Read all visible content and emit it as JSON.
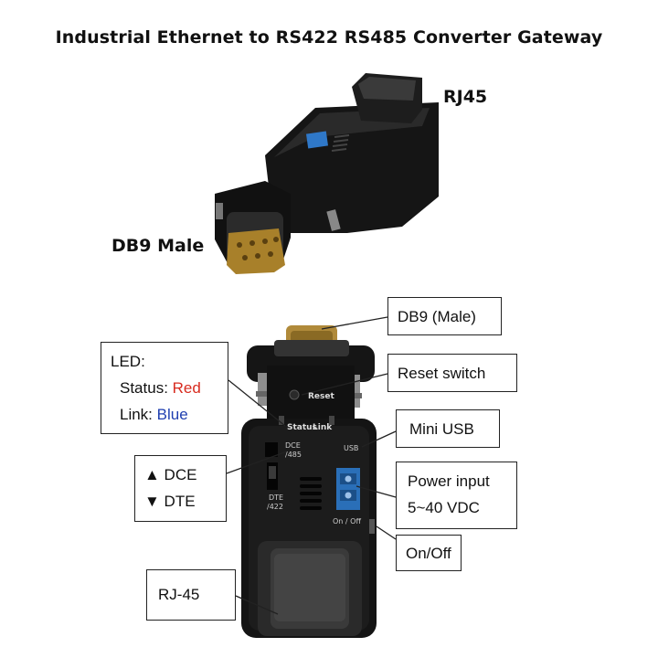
{
  "title": "Industrial Ethernet to RS422 RS485 Converter Gateway",
  "top_labels": {
    "rj45": "RJ45",
    "db9": "DB9 Male"
  },
  "device_print": {
    "reset": "Reset",
    "status": "Status",
    "link": "Link",
    "dce": "DCE",
    "dce_485": "/485",
    "dte": "DTE",
    "dte_422": "/422",
    "usb": "USB",
    "on_off": "On / Off"
  },
  "callouts": {
    "db9": "DB9 (Male)",
    "led_title": "LED:",
    "led_status_label": "Status: ",
    "led_status_value": "Red",
    "led_link_label": "Link: ",
    "led_link_value": "Blue",
    "reset": "Reset switch",
    "mini_usb": "Mini USB",
    "dce": "▲  DCE",
    "dte": "▼  DTE",
    "power_line1": "Power input",
    "power_line2": "5~40 VDC",
    "on_off": "On/Off",
    "rj45": "RJ-45"
  }
}
